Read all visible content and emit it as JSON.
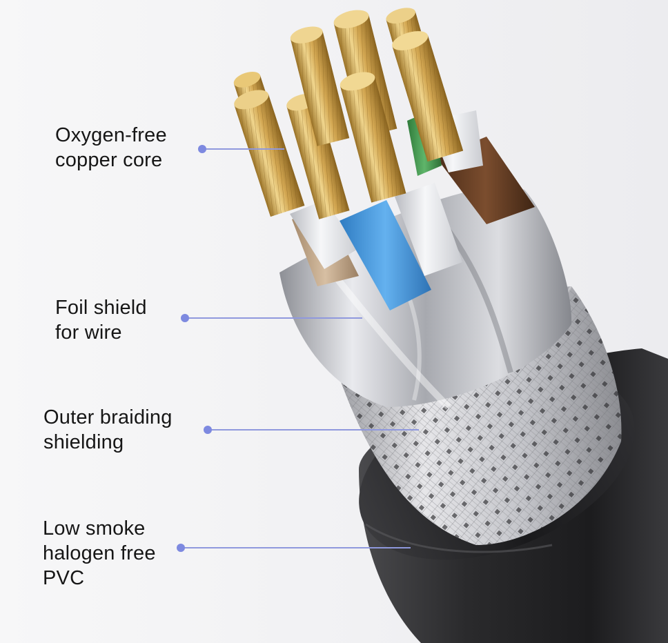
{
  "labels": {
    "core": "Oxygen-free\ncopper core",
    "foil": "Foil shield\nfor wire",
    "braid": "Outer braiding\nshielding",
    "jacket": "Low smoke\nhalogen free\nPVC"
  },
  "colors": {
    "leader": "#8f98dd",
    "dot": "#7d89e0",
    "copper": "#d9b15e",
    "jacket": "#2a2a2c",
    "braid": "#cfcfd3",
    "foil": "#b8babf",
    "wire_blue": "#4e9fe0",
    "wire_brown": "#6b4228",
    "wire_green": "#4a9a54",
    "wire_tan": "#c4a98a",
    "wire_white": "#e8e9ec"
  }
}
